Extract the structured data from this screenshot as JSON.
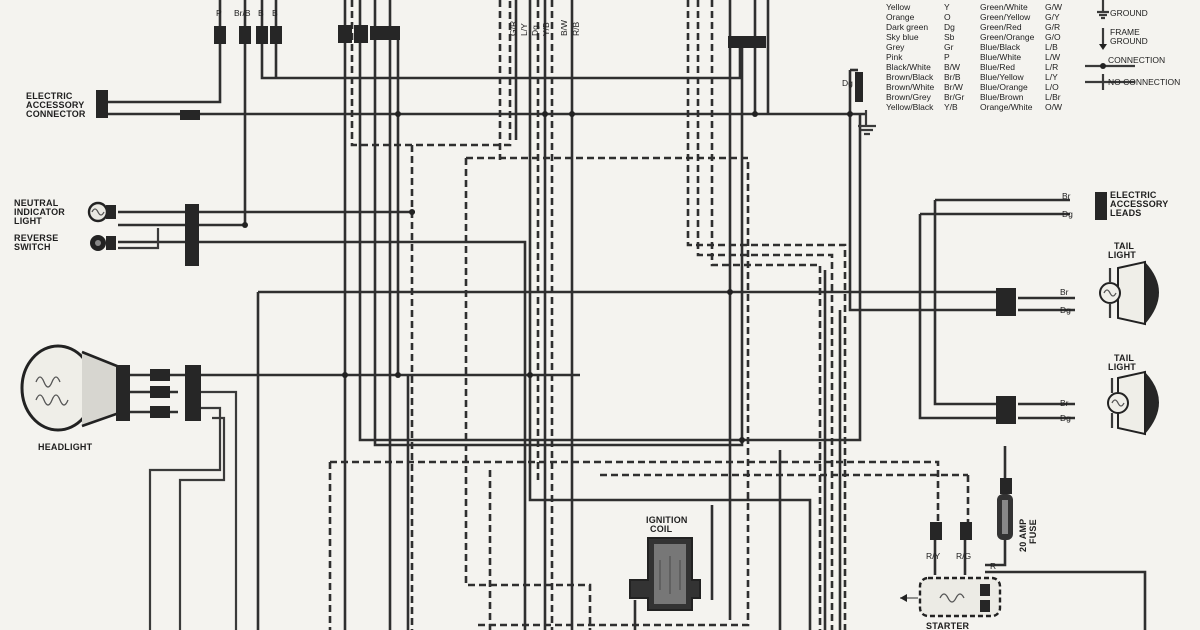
{
  "wire_codes_top": {
    "left_group": [
      "P",
      "Br/B",
      "B",
      "B"
    ],
    "middle_group": [
      "G/R",
      "L/Y",
      "Dg",
      "Y/B",
      "B/W",
      "R/B"
    ]
  },
  "color_key": {
    "rows": [
      {
        "color1": "Yellow",
        "code1": "Y",
        "color2": "Green/White",
        "code2": "G/W"
      },
      {
        "color1": "Orange",
        "code1": "O",
        "color2": "Green/Yellow",
        "code2": "G/Y"
      },
      {
        "color1": "Dark green",
        "code1": "Dg",
        "color2": "Green/Red",
        "code2": "G/R"
      },
      {
        "color1": "Sky blue",
        "code1": "Sb",
        "color2": "Green/Orange",
        "code2": "G/O"
      },
      {
        "color1": "Grey",
        "code1": "Gr",
        "color2": "Blue/Black",
        "code2": "L/B"
      },
      {
        "color1": "Pink",
        "code1": "P",
        "color2": "Blue/White",
        "code2": "L/W"
      },
      {
        "color1": "Black/White",
        "code1": "B/W",
        "color2": "Blue/Red",
        "code2": "L/R"
      },
      {
        "color1": "Brown/Black",
        "code1": "Br/B",
        "color2": "Blue/Yellow",
        "code2": "L/Y"
      },
      {
        "color1": "Brown/White",
        "code1": "Br/W",
        "color2": "Blue/Orange",
        "code2": "L/O"
      },
      {
        "color1": "Brown/Grey",
        "code1": "Br/Gr",
        "color2": "Blue/Brown",
        "code2": "L/Br"
      },
      {
        "color1": "Yellow/Black",
        "code1": "Y/B",
        "color2": "Orange/White",
        "code2": "O/W"
      }
    ]
  },
  "symbol_key": {
    "ground": "GROUND",
    "frame_ground": [
      "FRAME",
      "GROUND"
    ],
    "connection": "CONNECTION",
    "no_connection": "NO CONNECTION"
  },
  "labels": {
    "electric_accessory_connector": [
      "ELECTRIC",
      "ACCESSORY",
      "CONNECTOR"
    ],
    "neutral_indicator_light": [
      "NEUTRAL",
      "INDICATOR",
      "LIGHT"
    ],
    "reverse_switch": [
      "REVERSE",
      "SWITCH"
    ],
    "headlight": "HEADLIGHT",
    "electric_accessory_leads": [
      "ELECTRIC",
      "ACCESSORY",
      "LEADS"
    ],
    "tail_light_1": [
      "TAIL",
      "LIGHT"
    ],
    "tail_light_2": [
      "TAIL",
      "LIGHT"
    ],
    "ignition_coil": [
      "IGNITION",
      "COIL"
    ],
    "fuse": [
      "20 AMP",
      "FUSE"
    ],
    "starter": "STARTER",
    "dg_ground": "Dg",
    "leads_br": "Br",
    "leads_dg": "Dg",
    "tail1_br": "Br",
    "tail1_dg": "Dg",
    "tail2_br": "Br",
    "tail2_dg": "Dg",
    "starter_ry": "R/Y",
    "starter_rg": "R/G",
    "starter_r": "R"
  },
  "colors": {
    "paper": "#f4f3ef",
    "ink": "#2f2f2f"
  }
}
